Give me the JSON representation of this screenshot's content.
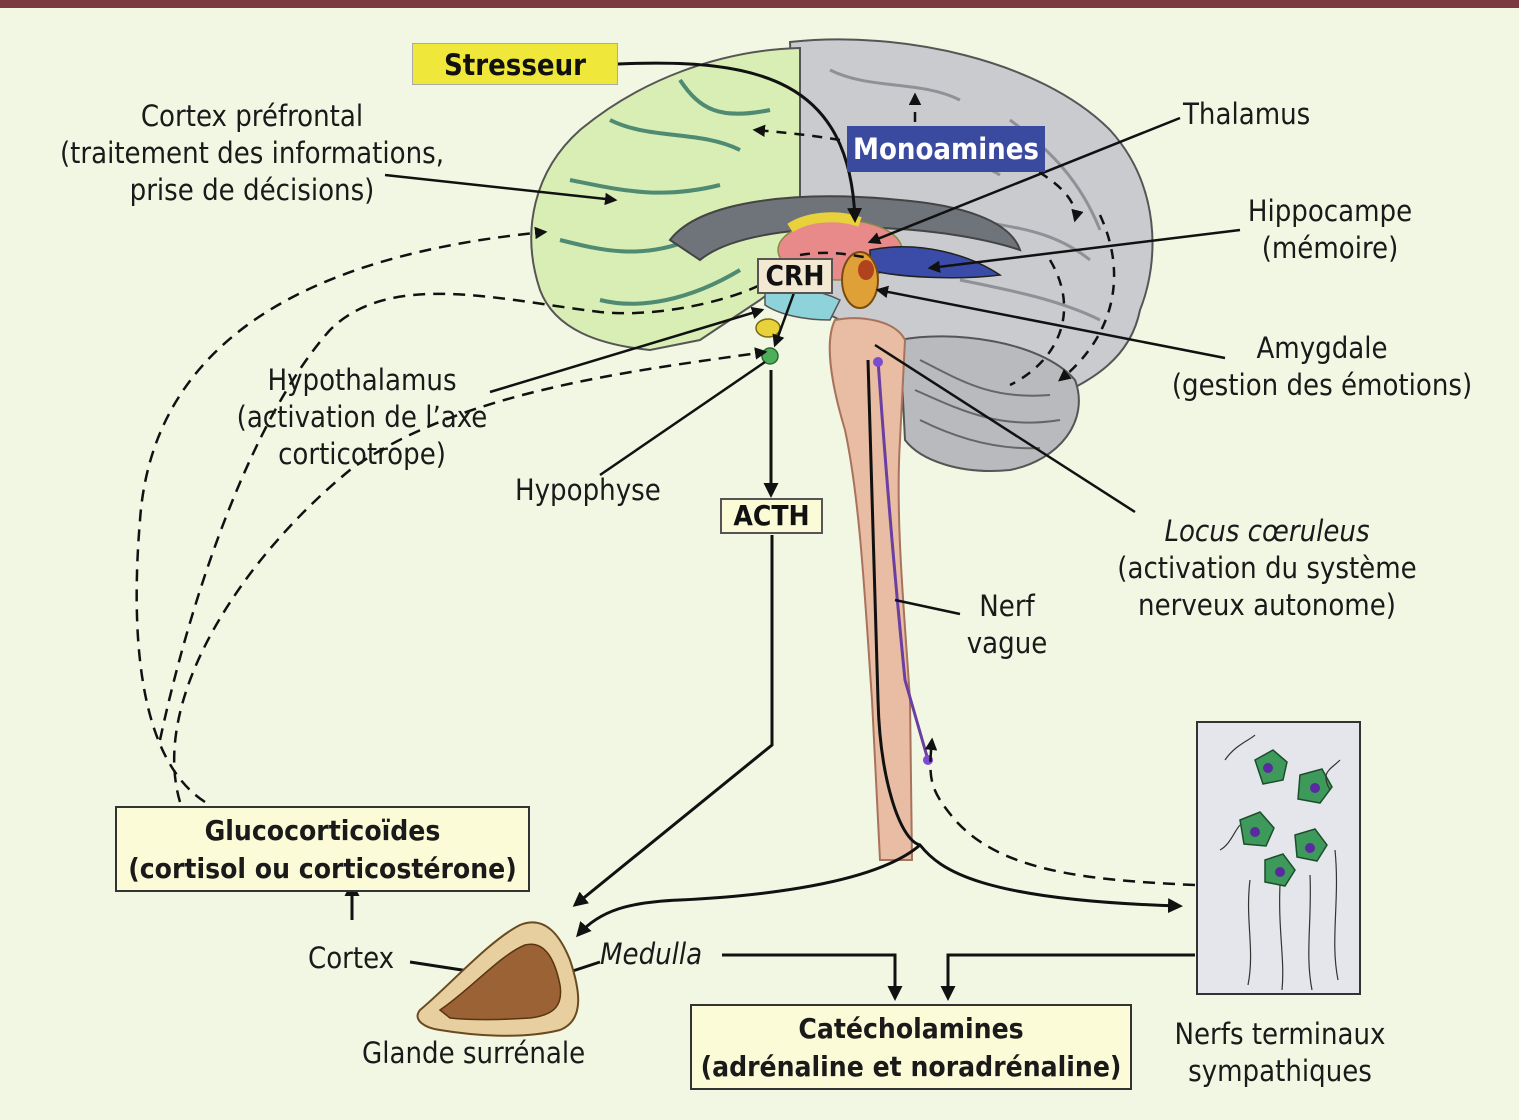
{
  "colors": {
    "frame": "#7a3a3f",
    "background": "#f2f7e4",
    "stressor": "#efe83a",
    "monoamines": "#3a4a9e",
    "box_fill": "#fbfbd8",
    "cortex_green": "#d8eeb4",
    "brain_grey": "#c9cbcf",
    "brainstem": "#e9bca4"
  },
  "labels": {
    "stressor": "Stresseur",
    "monoamines": "Monoamines",
    "crh": "CRH",
    "acth": "ACTH",
    "prefrontal": {
      "title": "Cortex préfrontal",
      "line1": "(traitement des informations,",
      "line2": "prise de décisions)"
    },
    "thalamus": "Thalamus",
    "hippocampus": {
      "title": "Hippocampe",
      "desc": "(mémoire)"
    },
    "amygdala": {
      "title": "Amygdale",
      "desc": "(gestion des émotions)"
    },
    "hypothalamus": {
      "title": "Hypothalamus",
      "line1": "(activation de l’axe",
      "line2": "corticotrope)"
    },
    "hypophysis": "Hypophyse",
    "locus": {
      "title": "Locus cœruleus",
      "line1": "(activation du système",
      "line2": "nerveux autonome)"
    },
    "vagus": {
      "line1": "Nerf",
      "line2": "vague"
    },
    "glucocorticoids": {
      "line1": "Glucocorticoïdes",
      "line2": "(cortisol ou corticostérone)"
    },
    "cortex": "Cortex",
    "medulla": "Medulla",
    "adrenal": "Glande surrénale",
    "catecholamines": {
      "line1": "Catécholamines",
      "line2": "(adrénaline et noradrénaline)"
    },
    "sympathetic": {
      "line1": "Nerfs terminaux",
      "line2": "sympathiques"
    }
  },
  "icons": [
    "brain-illustration",
    "adrenal-gland-illustration",
    "sympathetic-neurons-illustration"
  ]
}
